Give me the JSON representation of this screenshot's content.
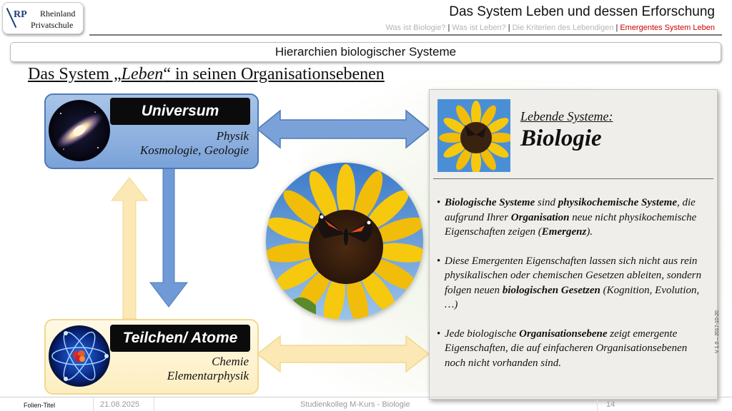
{
  "logo": {
    "initials": "RP",
    "line1": "Rheinland",
    "line2": "Privatschule"
  },
  "header": {
    "title": "Das System Leben und dessen Erforschung",
    "breadcrumbs": [
      {
        "label": "Was ist Biologie?"
      },
      {
        "label": "Was ist Leben?"
      },
      {
        "label": "Die Kriterien des Lebendigen"
      },
      {
        "label": "Emergentes System Leben",
        "active": true
      }
    ],
    "separator": "|"
  },
  "section_bar": "Hierarchien biologischer Systeme",
  "main_heading": {
    "part1": "Das System „",
    "italic": "Leben",
    "part2": "“ in seinen Organisationsebenen"
  },
  "levels": {
    "universe": {
      "title": "Universum",
      "line1": "Physik",
      "line2": "Kosmologie, Geologie",
      "icon": "galaxy-icon"
    },
    "atoms": {
      "title": "Teilchen/ Atome",
      "line1": "Chemie",
      "line2": "Elementarphysik",
      "icon": "atom-icon"
    }
  },
  "panel": {
    "label": "Lebende Systeme:",
    "title": "Biologie",
    "bullets": [
      [
        {
          "t": "Biologische Systeme",
          "b": true
        },
        {
          "t": " sind "
        },
        {
          "t": "physikochemische Systeme",
          "b": true
        },
        {
          "t": ", die aufgrund Ihrer "
        },
        {
          "t": "Organisation",
          "b": true
        },
        {
          "t": " neue nicht physikochemische Eigenschaften zeigen ("
        },
        {
          "t": "Emergenz",
          "b": true
        },
        {
          "t": ")."
        }
      ],
      [
        {
          "t": "Diese Emergenten Eigenschaften lassen sich nicht aus rein physikalischen oder chemischen Gesetzen ableiten, sondern folgen neuen "
        },
        {
          "t": "biologischen Gesetzen",
          "b": true
        },
        {
          "t": " (Kognition, Evolution, …)"
        }
      ],
      [
        {
          "t": "Jede biologische "
        },
        {
          "t": "Organisationsebene",
          "b": true
        },
        {
          "t": " zeigt emergente Eigenschaften, die auf einfacheren Organisationsebenen noch nicht vorhanden sind."
        }
      ]
    ]
  },
  "images": {
    "circle": "sunflower-butterfly-photo",
    "thumb": "sunflower-butterfly-thumb"
  },
  "colors": {
    "active_breadcrumb": "#d00000",
    "universe_box": "#7aa2d8",
    "atom_box": "#fdeec0",
    "arrow_blue": "#6f9ad6",
    "arrow_yellow": "#fbe8b4"
  },
  "footer": {
    "slide_title": "Folien-Titel",
    "date": "21.08.2025",
    "course": "Studienkolleg M-Kurs - Biologie",
    "page": "14",
    "version": "V 1.0 – 2017-10-20"
  }
}
